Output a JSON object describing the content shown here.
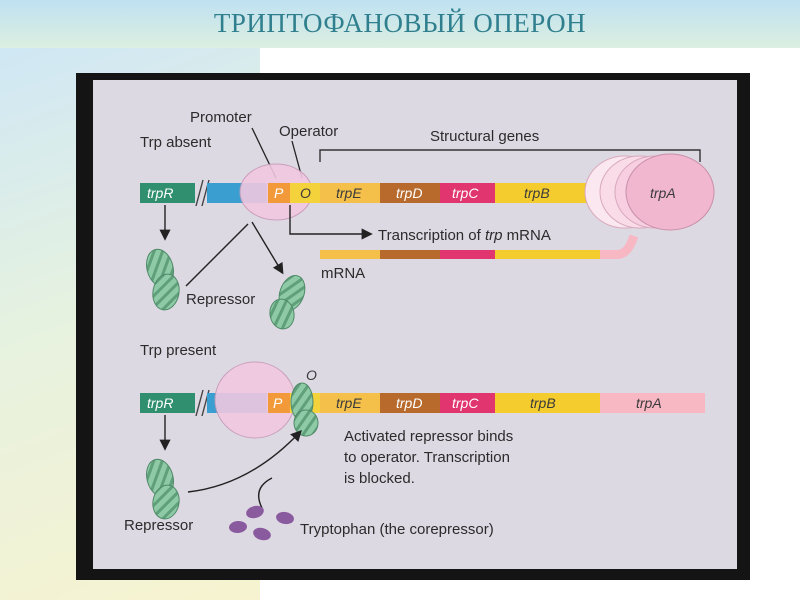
{
  "slide": {
    "title": "ТРИПТОФАНОВЫЙ ОПЕРОН"
  },
  "diagram": {
    "trp_absent": {
      "heading": "Trp absent",
      "promoter_label": "Promoter",
      "operator_label": "Operator",
      "structural_genes_label": "Structural genes",
      "genes": {
        "regulator": "trpR",
        "promoter": "P",
        "operator": "O",
        "trpE": "trpE",
        "trpD": "trpD",
        "trpC": "trpC",
        "trpB": "trpB",
        "trpA": "trpA"
      },
      "transcription_label_prefix": "Transcription of ",
      "transcription_label_italic": "trp",
      "transcription_label_suffix": " mRNA",
      "mrna_label": "mRNA",
      "repressor_label": "Repressor"
    },
    "trp_present": {
      "heading": "Trp present",
      "operator_label": "O",
      "genes": {
        "regulator": "trpR",
        "promoter": "P",
        "trpE": "trpE",
        "trpD": "trpD",
        "trpC": "trpC",
        "trpB": "trpB",
        "trpA": "trpA"
      },
      "note_line1": "Activated repressor binds",
      "note_line2": "to operator. Transcription",
      "note_line3": "is blocked.",
      "repressor_label": "Repressor",
      "corepressor_label": "Tryptophan (the corepressor)"
    }
  },
  "colors": {
    "trpR": "#2f8f6e",
    "blue_segment": "#3a9fd0",
    "promoter": "#f29a3a",
    "operator": "#f4d23c",
    "trpE": "#f4c04a",
    "trpD": "#b86a2c",
    "trpC": "#e0356e",
    "trpB": "#f5cc2e",
    "trpA": "#f7b7c3",
    "rna_polymerase": "#f0c8e0",
    "repressor": "#7fbf9a",
    "tryptophan": "#8a5a9e"
  }
}
